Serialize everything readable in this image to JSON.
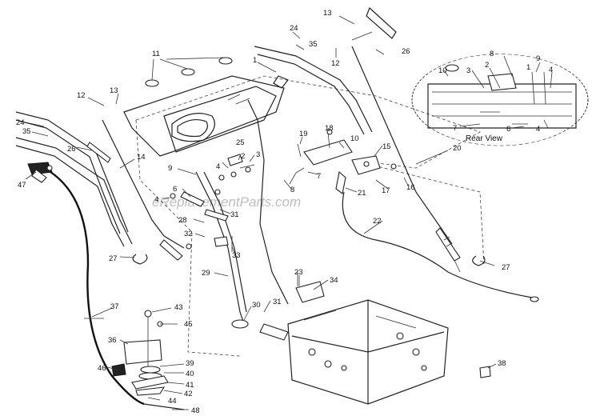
{
  "watermark": "eReplacementParts.com",
  "rear_view_label": "Rear View",
  "callouts": {
    "c13a": "13",
    "c24a": "24",
    "c35a": "35",
    "c12a": "12",
    "c26a": "26",
    "c1": "1",
    "c11": "11",
    "c13b": "13",
    "c12b": "12",
    "c24b": "24",
    "c35b": "35",
    "c26b": "26",
    "c14": "14",
    "c47": "47",
    "c9": "9",
    "c4a": "4",
    "c2": "2",
    "c25": "25",
    "c3": "3",
    "c19": "19",
    "c18": "18",
    "c10": "10",
    "c7": "7",
    "c8": "8",
    "c15": "15",
    "c20": "20",
    "c21": "21",
    "c17": "17",
    "c16": "16",
    "c6": "6",
    "c4b": "4",
    "c31a": "31",
    "c28": "28",
    "c32": "32",
    "c33": "33",
    "c22": "22",
    "c27a": "27",
    "c27b": "27",
    "c29": "29",
    "c23": "23",
    "c34": "34",
    "c30": "30",
    "c31b": "31",
    "c37": "37",
    "c43": "43",
    "c45": "45",
    "c36": "36",
    "c39": "39",
    "c40": "40",
    "c41": "41",
    "c42": "42",
    "c44": "44",
    "c46": "46",
    "c48": "48",
    "c38": "38",
    "rv10": "10",
    "rv3": "3",
    "rv2": "2",
    "rv8": "8",
    "rv9": "9",
    "rv1": "1",
    "rv4a": "4",
    "rv7": "7",
    "rv6": "6",
    "rv4b": "4"
  }
}
